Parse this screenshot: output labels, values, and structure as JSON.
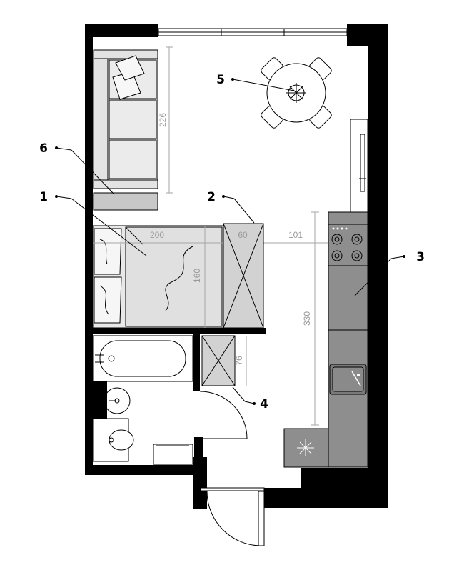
{
  "dimensions": {
    "sofa_length": "226",
    "bed_length": "200",
    "wardrobe_depth": "60",
    "aisle_width": "101",
    "bed_width": "160",
    "kitchen_length": "330",
    "closet_depth": "76"
  },
  "labels": {
    "bed": "1",
    "wardrobe": "2",
    "kitchen": "3",
    "closet": "4",
    "dining": "5",
    "sofa": "6"
  }
}
